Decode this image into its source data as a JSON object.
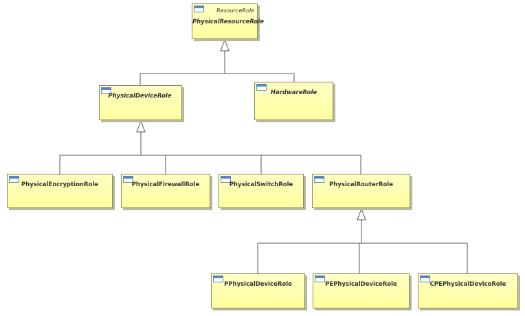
{
  "diagram": {
    "nodes": [
      {
        "id": "physical-resource-role",
        "name": "PhysicalResourceRole",
        "stereotype": "ResourceRole",
        "abstract": true
      },
      {
        "id": "physical-device-role",
        "name": "PhysicalDeviceRole",
        "abstract": true
      },
      {
        "id": "hardware-role",
        "name": "HardwareRole",
        "abstract": true
      },
      {
        "id": "physical-encryption-role",
        "name": "PhysicalEncryptionRole",
        "abstract": false
      },
      {
        "id": "physical-firewall-role",
        "name": "PhysicalFirewallRole",
        "abstract": false
      },
      {
        "id": "physical-switch-role",
        "name": "PhysicalSwitchRole",
        "abstract": false
      },
      {
        "id": "physical-router-role",
        "name": "PhysicalRouterRole",
        "abstract": false
      },
      {
        "id": "pphysical-device-role",
        "name": "PPhysicalDeviceRole",
        "abstract": false
      },
      {
        "id": "pe-physical-device-role",
        "name": "PEPhysicalDeviceRole",
        "abstract": false
      },
      {
        "id": "cpe-physical-device-role",
        "name": "CPEPhysicalDeviceRole",
        "abstract": false
      }
    ],
    "generalizations": [
      {
        "parent": "physical-resource-role",
        "children": [
          "physical-device-role",
          "hardware-role"
        ]
      },
      {
        "parent": "physical-device-role",
        "children": [
          "physical-encryption-role",
          "physical-firewall-role",
          "physical-switch-role",
          "physical-router-role"
        ]
      },
      {
        "parent": "physical-router-role",
        "children": [
          "pphysical-device-role",
          "pe-physical-device-role",
          "cpe-physical-device-role"
        ]
      }
    ],
    "colors": {
      "fill": "#ffffb0",
      "border": "#8a8a5a",
      "line": "#555555",
      "icon": "#5a86c0"
    }
  }
}
